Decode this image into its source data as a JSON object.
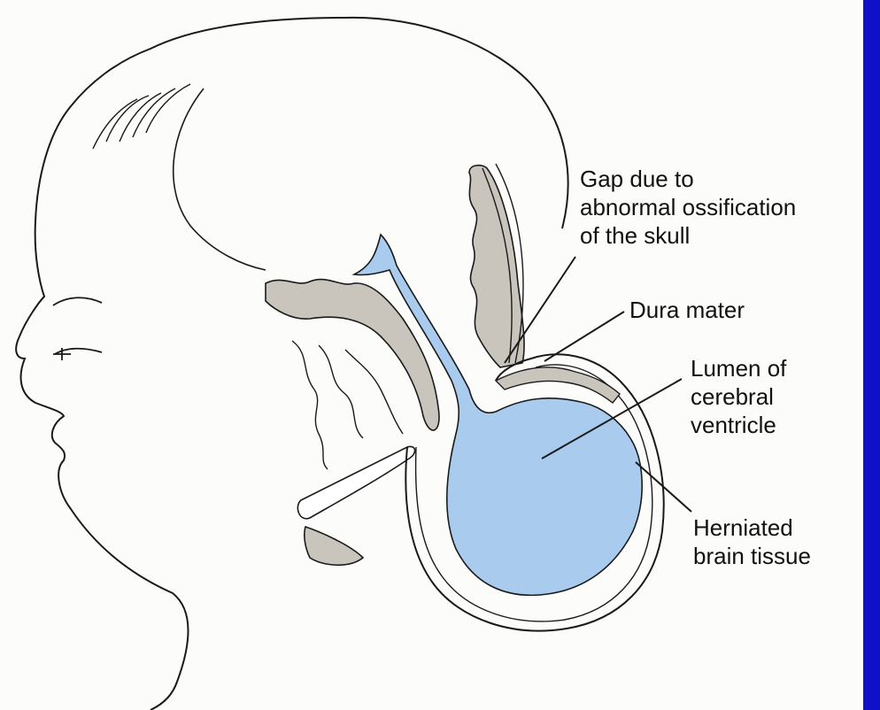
{
  "colors": {
    "background": "#fcfcfb",
    "side_bar": "#1010c8",
    "fluid": "#a9cbee",
    "tissue": "#c9c4bc",
    "line": "#1a1a1a"
  },
  "labels": {
    "gap": "Gap due to\nabnormal ossification\nof the skull",
    "dura": "Dura mater",
    "lumen": "Lumen of\ncerebral\nventricle",
    "herniated": "Herniated\nbrain tissue"
  }
}
